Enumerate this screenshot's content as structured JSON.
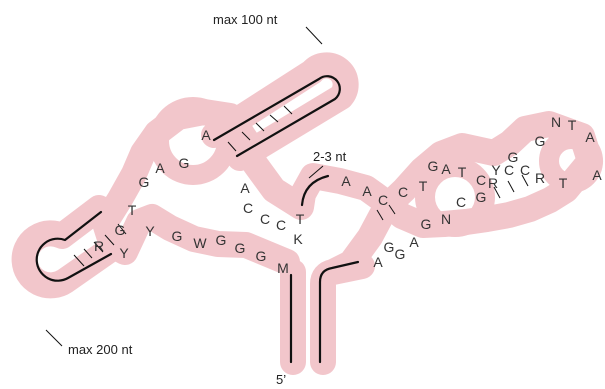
{
  "colors": {
    "halo": "#f2c6cb",
    "line": "#111111",
    "text": "#333333"
  },
  "annotations": {
    "loop_top": "max 100 nt",
    "loop_bottom": "max 200 nt",
    "linker": "2-3 nt",
    "five_prime": "5’"
  },
  "nucleotides": [
    "M",
    "G",
    "G",
    "G",
    "W",
    "G",
    "Y",
    "Y",
    "R",
    "G",
    "T",
    "G",
    "A",
    "G",
    "A",
    "A",
    "C",
    "C",
    "C",
    "K",
    "T",
    "A",
    "A",
    "C",
    "C",
    "T",
    "G",
    "A",
    "T",
    "C",
    "Y",
    "G",
    "G",
    "N",
    "T",
    "A",
    "A",
    "T",
    "R",
    "C",
    "C",
    "R",
    "G",
    "C",
    "N",
    "G",
    "A",
    "G",
    "G",
    "A"
  ]
}
